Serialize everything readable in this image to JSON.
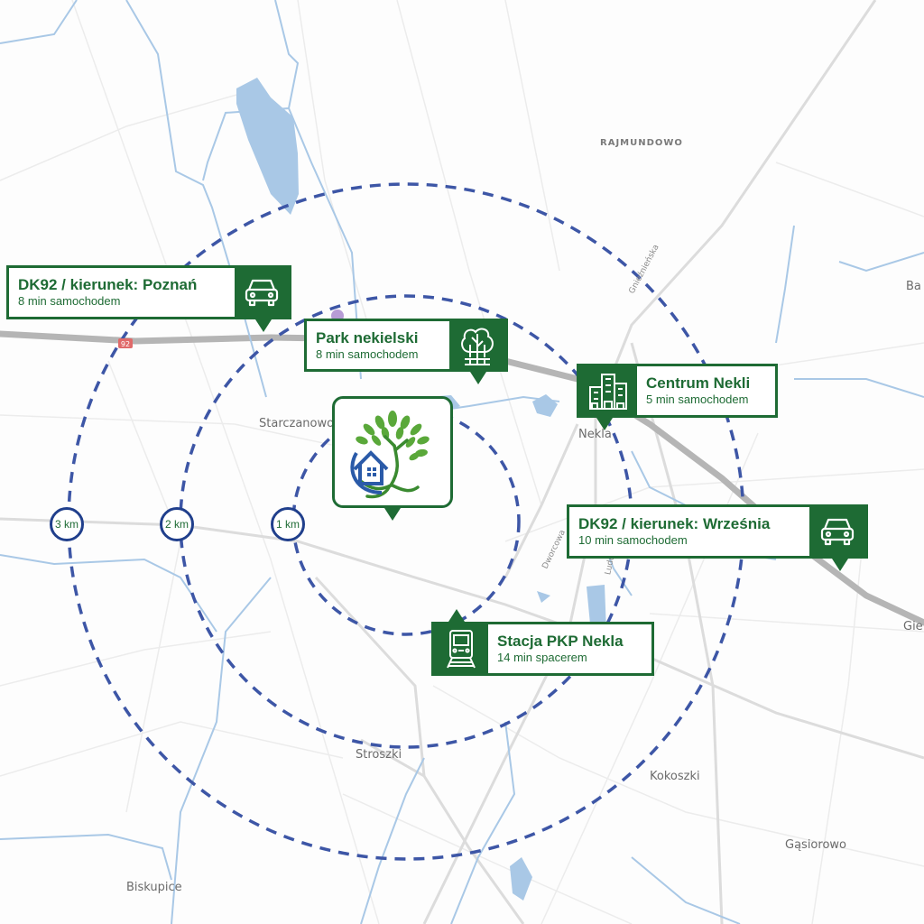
{
  "colors": {
    "brand_green": "#1e6b34",
    "ring_blue": "#3d56a6",
    "water_blue": "#a9c8e6",
    "road_gray": "#b5b5b5"
  },
  "places": {
    "rajmundowo": "RAJMUNDOWO",
    "starczanowo": "Starczanowo",
    "nekla": "Nekla",
    "stroszki": "Stroszki",
    "kokoszki": "Kokoszki",
    "gasiorowo": "Gąsiorowo",
    "biskupice": "Biskupice",
    "ba": "Ba",
    "gie": "Gie"
  },
  "streets": {
    "gnieznienska": "Gnieźnieńska",
    "dworcowa": "Dworcowa",
    "ludowa": "Ludów"
  },
  "road_shield": "92",
  "rings": [
    {
      "label": "1 km"
    },
    {
      "label": "2 km"
    },
    {
      "label": "3 km"
    }
  ],
  "callouts": {
    "poznan": {
      "title": "DK92 / kierunek: Poznań",
      "sub": "8 min samochodem",
      "icon": "car-icon"
    },
    "park": {
      "title": "Park  nekielski",
      "sub": "8 min samochodem",
      "icon": "tree-icon"
    },
    "centrum": {
      "title": "Centrum Nekli",
      "sub": "5 min samochodem",
      "icon": "buildings-icon"
    },
    "wrzesnia": {
      "title": "DK92 / kierunek: Września",
      "sub": "10 min samochodem",
      "icon": "car-icon"
    },
    "pkp": {
      "title": "Stacja PKP Nekla",
      "sub": "14 min spacerem",
      "icon": "train-icon"
    }
  },
  "logo": {
    "icon": "house-tree-logo"
  }
}
